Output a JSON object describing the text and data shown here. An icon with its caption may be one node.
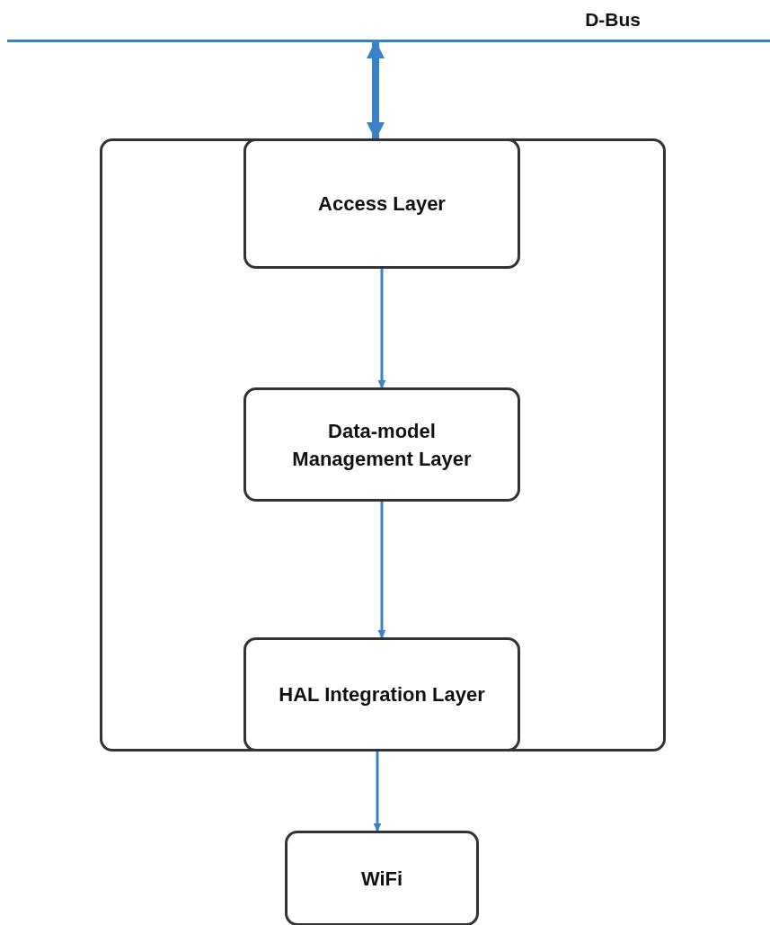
{
  "diagram": {
    "nodes": [
      {
        "text": [
          "D-Bus"
        ]
      },
      {
        "text": [],
        "shape": "box"
      },
      {
        "text": [
          "Access Layer"
        ],
        "in": 1
      },
      {
        "text": [
          "Data-model Management Layer"
        ],
        "in": 1
      },
      {
        "text": [
          "HAL Integration Layer"
        ],
        "in": 1
      },
      {
        "text": [
          "WiFi"
        ]
      }
    ],
    "edges": [
      {
        "from": 0,
        "to": 2,
        "arrow": "both",
        "style": "thick"
      },
      {
        "from": 2,
        "to": 3,
        "arrow": "to"
      },
      {
        "from": 3,
        "to": 4,
        "arrow": "to"
      },
      {
        "from": 4,
        "to": 5,
        "arrow": "to"
      }
    ]
  }
}
